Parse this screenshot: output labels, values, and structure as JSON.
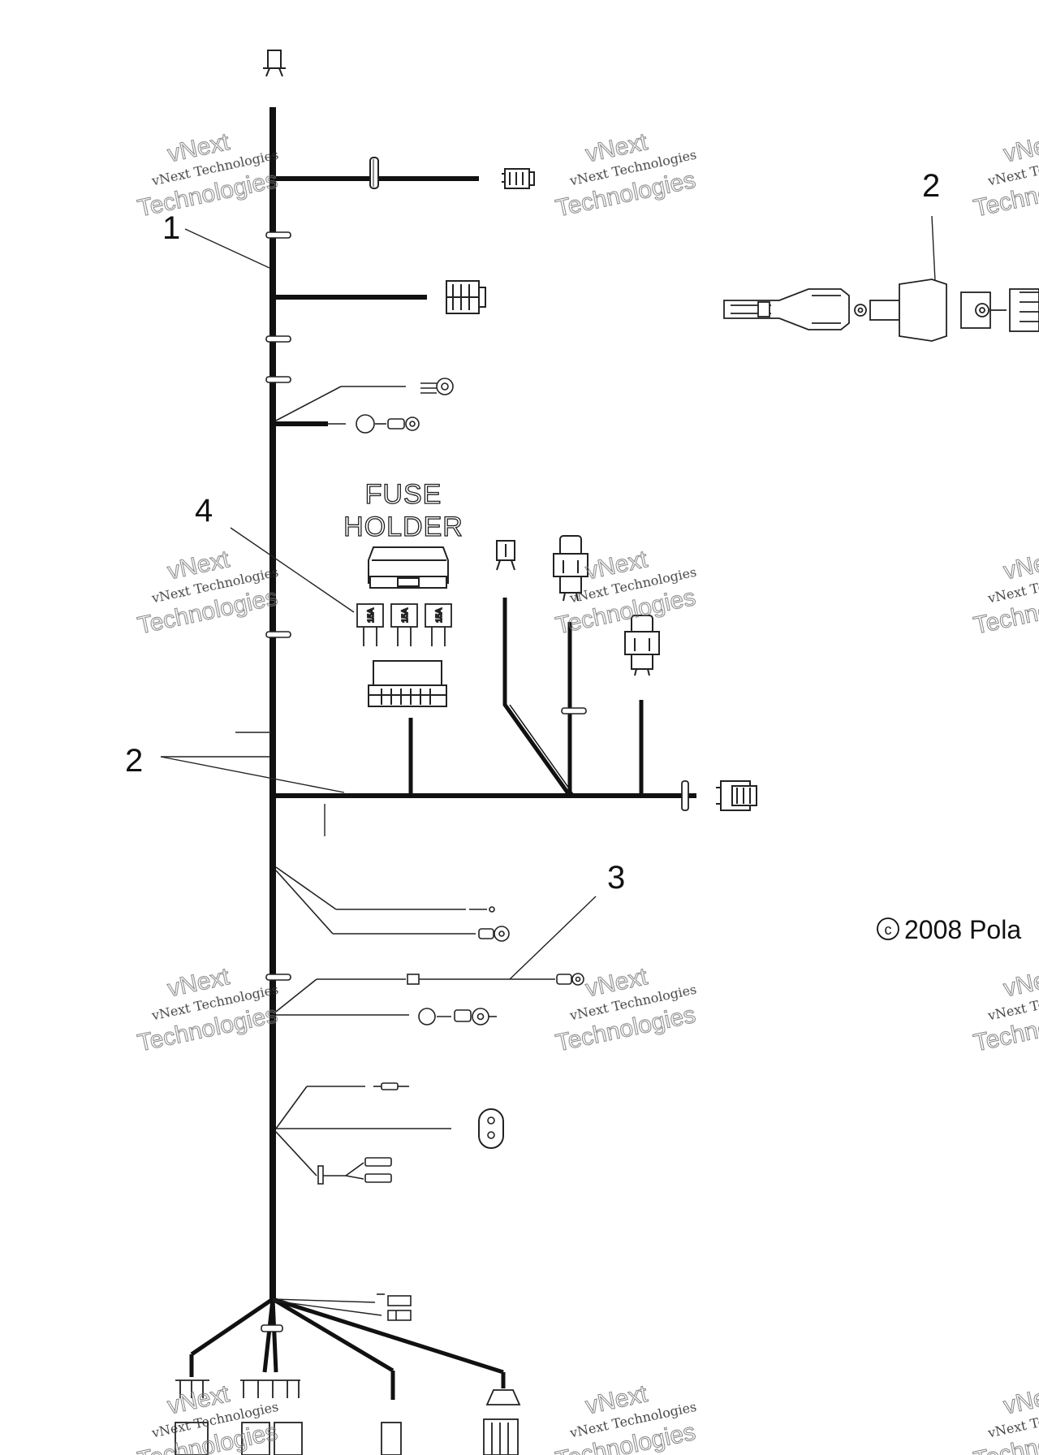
{
  "callouts": {
    "c1": "1",
    "c2_left": "2",
    "c2_right": "2",
    "c3": "3",
    "c4": "4"
  },
  "fuse_holder": {
    "line1": "FUSE",
    "line2": "HOLDER",
    "fuse_ratings": [
      "15A",
      "15A",
      "15A"
    ]
  },
  "copyright": {
    "symbol": "c",
    "text": "2008 Pola"
  },
  "watermark": {
    "line1": "vNext",
    "line2": "vNext Technologies",
    "line3": "Technologies"
  },
  "colors": {
    "wire": "#111111",
    "line": "#222222",
    "background": "#ffffff"
  }
}
